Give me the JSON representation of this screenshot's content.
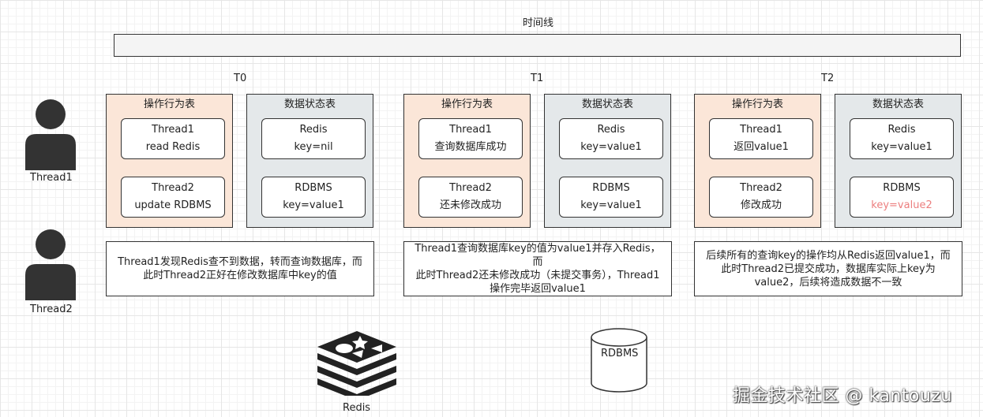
{
  "timeline": {
    "label": "时间线"
  },
  "actors": [
    {
      "name": "Thread1"
    },
    {
      "name": "Thread2"
    }
  ],
  "columns": [
    {
      "time": "T0",
      "ops": {
        "title": "操作行为表",
        "cells": [
          {
            "line1": "Thread1",
            "line2": "read Redis"
          },
          {
            "line1": "Thread2",
            "line2": "update RDBMS"
          }
        ]
      },
      "state": {
        "title": "数据状态表",
        "cells": [
          {
            "line1": "Redis",
            "line2": "key=nil"
          },
          {
            "line1": "RDBMS",
            "line2": "key=value1"
          }
        ]
      },
      "note": {
        "lines": [
          "Thread1发现Redis查不到数据，转而查询数据库，而",
          "此时Thread2正好在修改数据库中key的值"
        ]
      }
    },
    {
      "time": "T1",
      "ops": {
        "title": "操作行为表",
        "cells": [
          {
            "line1": "Thread1",
            "line2": "查询数据库成功"
          },
          {
            "line1": "Thread2",
            "line2": "还未修改成功"
          }
        ]
      },
      "state": {
        "title": "数据状态表",
        "cells": [
          {
            "line1": "Redis",
            "line2": "key=value1"
          },
          {
            "line1": "RDBMS",
            "line2": "key=value1"
          }
        ]
      },
      "note": {
        "lines": [
          "Thread1查询数据库key的值为value1并存入Redis，而",
          "此时Thread2还未修改成功（未提交事务），Thread1",
          "操作完毕返回value1"
        ]
      }
    },
    {
      "time": "T2",
      "ops": {
        "title": "操作行为表",
        "cells": [
          {
            "line1": "Thread1",
            "line2": "返回value1"
          },
          {
            "line1": "Thread2",
            "line2": "修改成功"
          }
        ]
      },
      "state": {
        "title": "数据状态表",
        "cells": [
          {
            "line1": "Redis",
            "line2": "key=value1"
          },
          {
            "line1": "RDBMS",
            "line2": "key=value2"
          }
        ]
      },
      "note": {
        "lines": [
          "后续所有的查询key的操作均从Redis返回value1，而",
          "此时Thread2已提交成功，数据库实际上key为",
          "value2，后续将造成数据不一致"
        ]
      }
    }
  ],
  "icons": {
    "redis_label": "Redis",
    "rdbms_label": "RDBMS"
  },
  "watermark": "掘金技术社区 @ kantouzu",
  "colors": {
    "ops_bg": "#fbe6d8",
    "state_bg": "#e4e8ea",
    "highlight": "#ec7e7e"
  }
}
